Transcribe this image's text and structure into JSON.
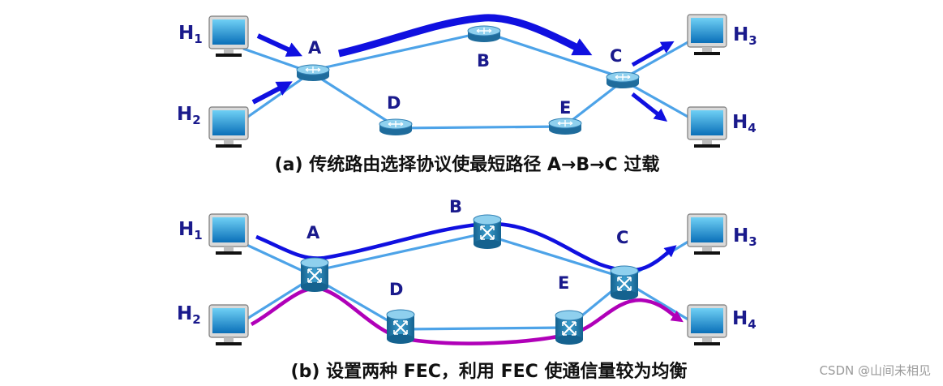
{
  "panel_a": {
    "caption": "(a) 传统路由选择协议使最短路径 A→B→C 过载",
    "host_h1": "H",
    "host_h1_sub": "1",
    "host_h2": "H",
    "host_h2_sub": "2",
    "host_h3": "H",
    "host_h3_sub": "3",
    "host_h4": "H",
    "host_h4_sub": "4",
    "router_a": "A",
    "router_b": "B",
    "router_c": "C",
    "router_d": "D",
    "router_e": "E"
  },
  "panel_b": {
    "caption": "(b) 设置两种 FEC，利用 FEC 使通信量较为均衡",
    "host_h1": "H",
    "host_h1_sub": "1",
    "host_h2": "H",
    "host_h2_sub": "2",
    "host_h3": "H",
    "host_h3_sub": "3",
    "host_h4": "H",
    "host_h4_sub": "4",
    "router_a": "A",
    "router_b": "B",
    "router_c": "C",
    "router_d": "D",
    "router_e": "E"
  },
  "watermark": "CSDN @山间未相见",
  "colors": {
    "link": "#4da3e8",
    "flow_blue": "#1010e0",
    "flow_purple": "#b000b8",
    "label": "#1a1a8c",
    "router_body": "#2f7fb3",
    "router_top": "#7fc4e6"
  }
}
